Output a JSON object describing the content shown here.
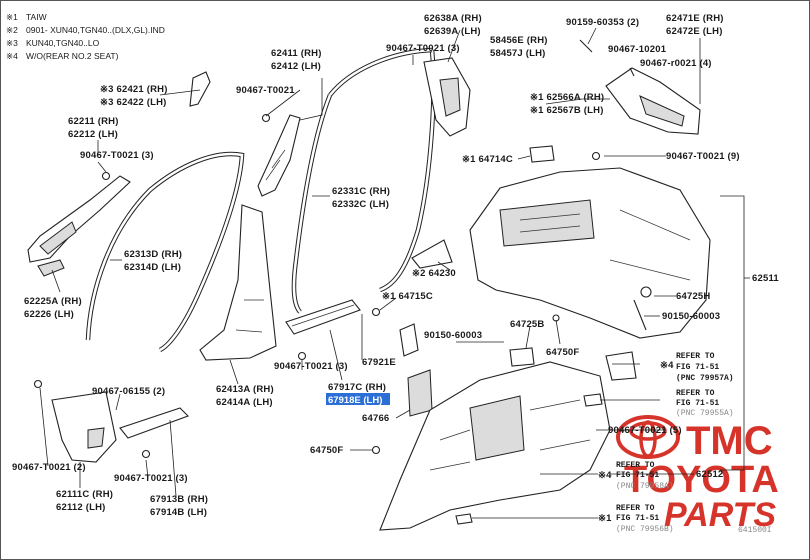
{
  "notes": [
    {
      "mark": "※1",
      "text": "TAIW"
    },
    {
      "mark": "※2",
      "text": "0901-      XUN40,TGN40..(DLX,GL).IND"
    },
    {
      "mark": "※3",
      "text": "KUN40,TGN40..LO"
    },
    {
      "mark": "※4",
      "text": "W/O(REAR NO.2 SEAT)"
    }
  ],
  "labels": {
    "p62421": "※3 62421 (RH)",
    "p62422": "※3 62422 (LH)",
    "p90467_t0021_a": "90467-T0021",
    "p62411": "62411 (RH)",
    "p62412": "62412 (LH)",
    "p62638a": "62638A (RH)",
    "p62639a": "62639A (LH)",
    "p90467_t0021_3a": "90467-T0021 (3)",
    "p58456e": "58456E (RH)",
    "p58457j": "58457J (LH)",
    "p90159": "90159-60353 (2)",
    "p62471e": "62471E (RH)",
    "p62472e": "62472E (LH)",
    "p90467_10201": "90467-10201",
    "p90467_r0021": "90467-r0021 (4)",
    "p62211": "62211 (RH)",
    "p62212": "62212 (LH)",
    "p90467_t0021_3b": "90467-T0021 (3)",
    "p62566a": "※1 62566A (RH)",
    "p62567b": "※1 62567B (LH)",
    "p64714c": "※1 64714C",
    "p90467_t0021_9": "90467-T0021 (9)",
    "p62331c": "62331C (RH)",
    "p62332c": "62332C (LH)",
    "p62313d": "62313D (RH)",
    "p62314d": "62314D (LH)",
    "p64230": "※2 64230",
    "p62511": "62511",
    "p62225a": "62225A (RH)",
    "p62226": "62226 (LH)",
    "p64715c": "※1 64715C",
    "p64725h": "64725H",
    "p90150_60003a": "90150-60003",
    "p90150_60003b": "90150-60003",
    "p64725b": "64725B",
    "p90467_t0021_3c": "90467-T0021 (3)",
    "p67921e": "67921E",
    "p64750f": "64750F",
    "p90467_06155": "90467-06155 (2)",
    "p62413a": "62413A (RH)",
    "p62414a": "62414A (LH)",
    "p67917c": "67917C (RH)",
    "p67918e": "67918E (LH)",
    "p64766": "64766",
    "p90467_t0021_2": "90467-T0021 (2)",
    "p90467_t0021_3d": "90467-T0021 (3)",
    "p64750f_b": "64750F",
    "p62111c": "62111C (RH)",
    "p62112": "62112 (LH)",
    "p67913b": "67913B (RH)",
    "p67914b": "67914B (LH)",
    "p90467_t0021_5": "90467-T0021 (5)",
    "p62512": "62512",
    "p641500": "641500I"
  },
  "refs": {
    "ref1_mark": "※4",
    "ref1_line1": "REFER TO",
    "ref1_line2": "FIG 71-51",
    "ref1_line3": "(PNC 79957A)",
    "ref2_line1": "REFER TO",
    "ref2_line2": "FIG 71-51",
    "ref2_line3": "(PNC 79955A)",
    "ref3_mark": "※4",
    "ref3_line1": "REFER TO",
    "ref3_line2": "FIG 71-51",
    "ref3_line3": "(PNC 79958A)",
    "ref4_mark": "※1",
    "ref4_line1": "REFER TO",
    "ref4_line2": "FIG 71-51",
    "ref4_line3": "(PNC 79956B)"
  },
  "watermark": {
    "line1": "TMC",
    "line2": "TOYOTA",
    "line3": "PARTS"
  },
  "colors": {
    "highlight": "#2b6fd6",
    "watermark": "#d42a1f"
  }
}
